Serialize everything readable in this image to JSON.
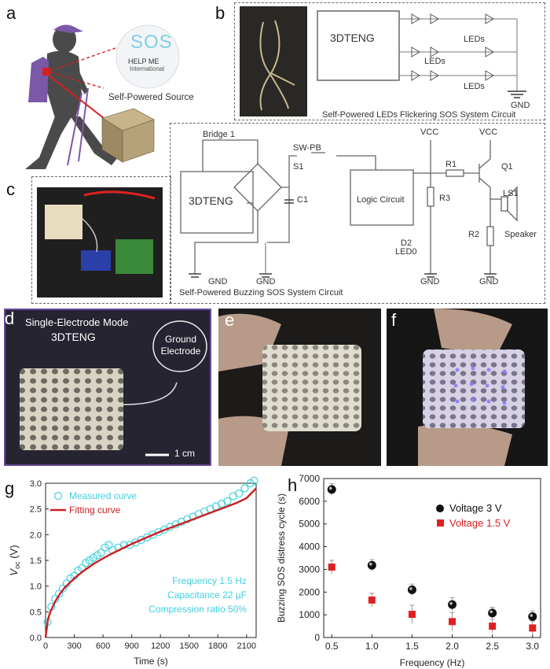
{
  "panels": {
    "a": {
      "label": "a",
      "sos_text": "SOS",
      "help_text": "HELP  ME",
      "intl_text": "International",
      "source_label": "Self-Powered Source"
    },
    "b": {
      "label": "b",
      "teng_label": "3DTENG",
      "leds_label": "LEDs",
      "gnd_label": "GND",
      "caption": "Self-Powered LEDs Flickering SOS System Circuit"
    },
    "c": {
      "label": "c",
      "teng_label": "3DTENG",
      "bridge_label": "Bridge 1",
      "switch_label": "SW-PB",
      "s1_label": "S1",
      "c1_label": "C1",
      "logic_label": "Logic Circuit",
      "vcc_label": "VCC",
      "r1_label": "R1",
      "r2_label": "R2",
      "r3_label": "R3",
      "q1_label": "Q1",
      "ls1_label": "LS1",
      "speaker_label": "Speaker",
      "d2_label": "D2",
      "led0_label": "LED0",
      "gnd_label": "GND",
      "caption": "Self-Powered Buzzing SOS System Circuit"
    },
    "d": {
      "label": "d",
      "mode_text": "Single-Electrode Mode",
      "teng_text": "3DTENG",
      "ground_text": "Ground Electrode",
      "scale_text": "1 cm"
    },
    "e": {
      "label": "e"
    },
    "f": {
      "label": "f"
    },
    "g": {
      "label": "g"
    },
    "h": {
      "label": "h"
    }
  },
  "chart_data": [
    {
      "type": "scatter",
      "panel": "g",
      "title": "",
      "xlabel": "Time (s)",
      "ylabel": "V_oc (V)",
      "ylabel_main": "V",
      "ylabel_sub": "oc",
      "ylabel_unit": " (V)",
      "xlim": [
        0,
        2200
      ],
      "ylim": [
        0,
        3.0
      ],
      "xticks": [
        0,
        300,
        600,
        900,
        1200,
        1500,
        1800,
        2100
      ],
      "yticks": [
        0.0,
        0.5,
        1.0,
        1.5,
        2.0,
        2.5,
        3.0
      ],
      "series": [
        {
          "name": "Measured curve",
          "color": "#3fd0e0",
          "marker": "open-circle",
          "x": [
            20,
            60,
            100,
            140,
            180,
            220,
            260,
            300,
            340,
            380,
            420,
            460,
            500,
            540,
            580,
            620,
            660,
            700,
            760,
            820,
            880,
            940,
            1000,
            1060,
            1120,
            1180,
            1240,
            1300,
            1360,
            1420,
            1480,
            1540,
            1600,
            1660,
            1720,
            1780,
            1840,
            1900,
            1960,
            2020,
            2080,
            2140,
            2180
          ],
          "y": [
            0.3,
            0.6,
            0.75,
            0.85,
            0.95,
            1.05,
            1.15,
            1.2,
            1.3,
            1.35,
            1.45,
            1.5,
            1.55,
            1.6,
            1.65,
            1.75,
            1.8,
            1.7,
            1.75,
            1.8,
            1.8,
            1.85,
            1.9,
            1.95,
            2.0,
            2.05,
            2.1,
            2.15,
            2.2,
            2.25,
            2.3,
            2.35,
            2.4,
            2.45,
            2.5,
            2.55,
            2.6,
            2.65,
            2.75,
            2.8,
            2.9,
            3.0,
            3.05
          ]
        },
        {
          "name": "Fitting curve",
          "color": "#cc1f1f",
          "marker": "line",
          "x": [
            0,
            25,
            50,
            100,
            150,
            200,
            300,
            400,
            500,
            600,
            700,
            800,
            900,
            1000,
            1100,
            1200,
            1300,
            1400,
            1500,
            1600,
            1700,
            1800,
            1900,
            2000,
            2100,
            2200
          ],
          "y": [
            0,
            0.35,
            0.5,
            0.7,
            0.85,
            0.97,
            1.15,
            1.3,
            1.43,
            1.54,
            1.64,
            1.73,
            1.82,
            1.9,
            1.98,
            2.06,
            2.13,
            2.2,
            2.27,
            2.34,
            2.41,
            2.48,
            2.55,
            2.62,
            2.71,
            2.9
          ]
        }
      ],
      "annotations": [
        "Frequency 1.5 Hz",
        "Capacitance 22 µF",
        "Compression ratio 50%"
      ],
      "annotation_color": "#3fd0e0",
      "legend": "top-left"
    },
    {
      "type": "scatter",
      "panel": "h",
      "title": "",
      "xlabel": "Frequency (Hz)",
      "ylabel": "Buzzing SOS distress cycle (s)",
      "xlim": [
        0.4,
        3.1
      ],
      "ylim": [
        0,
        7000
      ],
      "xticks": [
        0.5,
        1.0,
        1.5,
        2.0,
        2.5,
        3.0
      ],
      "yticks": [
        0,
        1000,
        2000,
        3000,
        4000,
        5000,
        6000,
        7000
      ],
      "series": [
        {
          "name": "Voltage 3 V",
          "color": "#111111",
          "marker": "sphere",
          "x": [
            0.5,
            1.0,
            1.5,
            2.0,
            2.5,
            3.0
          ],
          "y": [
            6520,
            3180,
            2100,
            1450,
            1080,
            920
          ],
          "err": [
            250,
            250,
            250,
            300,
            250,
            250
          ]
        },
        {
          "name": "Voltage 1.5 V",
          "color": "#e02020",
          "marker": "square",
          "x": [
            0.5,
            1.0,
            1.5,
            2.0,
            2.5,
            3.0
          ],
          "y": [
            3100,
            1650,
            1020,
            700,
            500,
            420
          ],
          "err": [
            300,
            300,
            400,
            400,
            300,
            300
          ]
        }
      ],
      "legend": "top-right"
    }
  ]
}
